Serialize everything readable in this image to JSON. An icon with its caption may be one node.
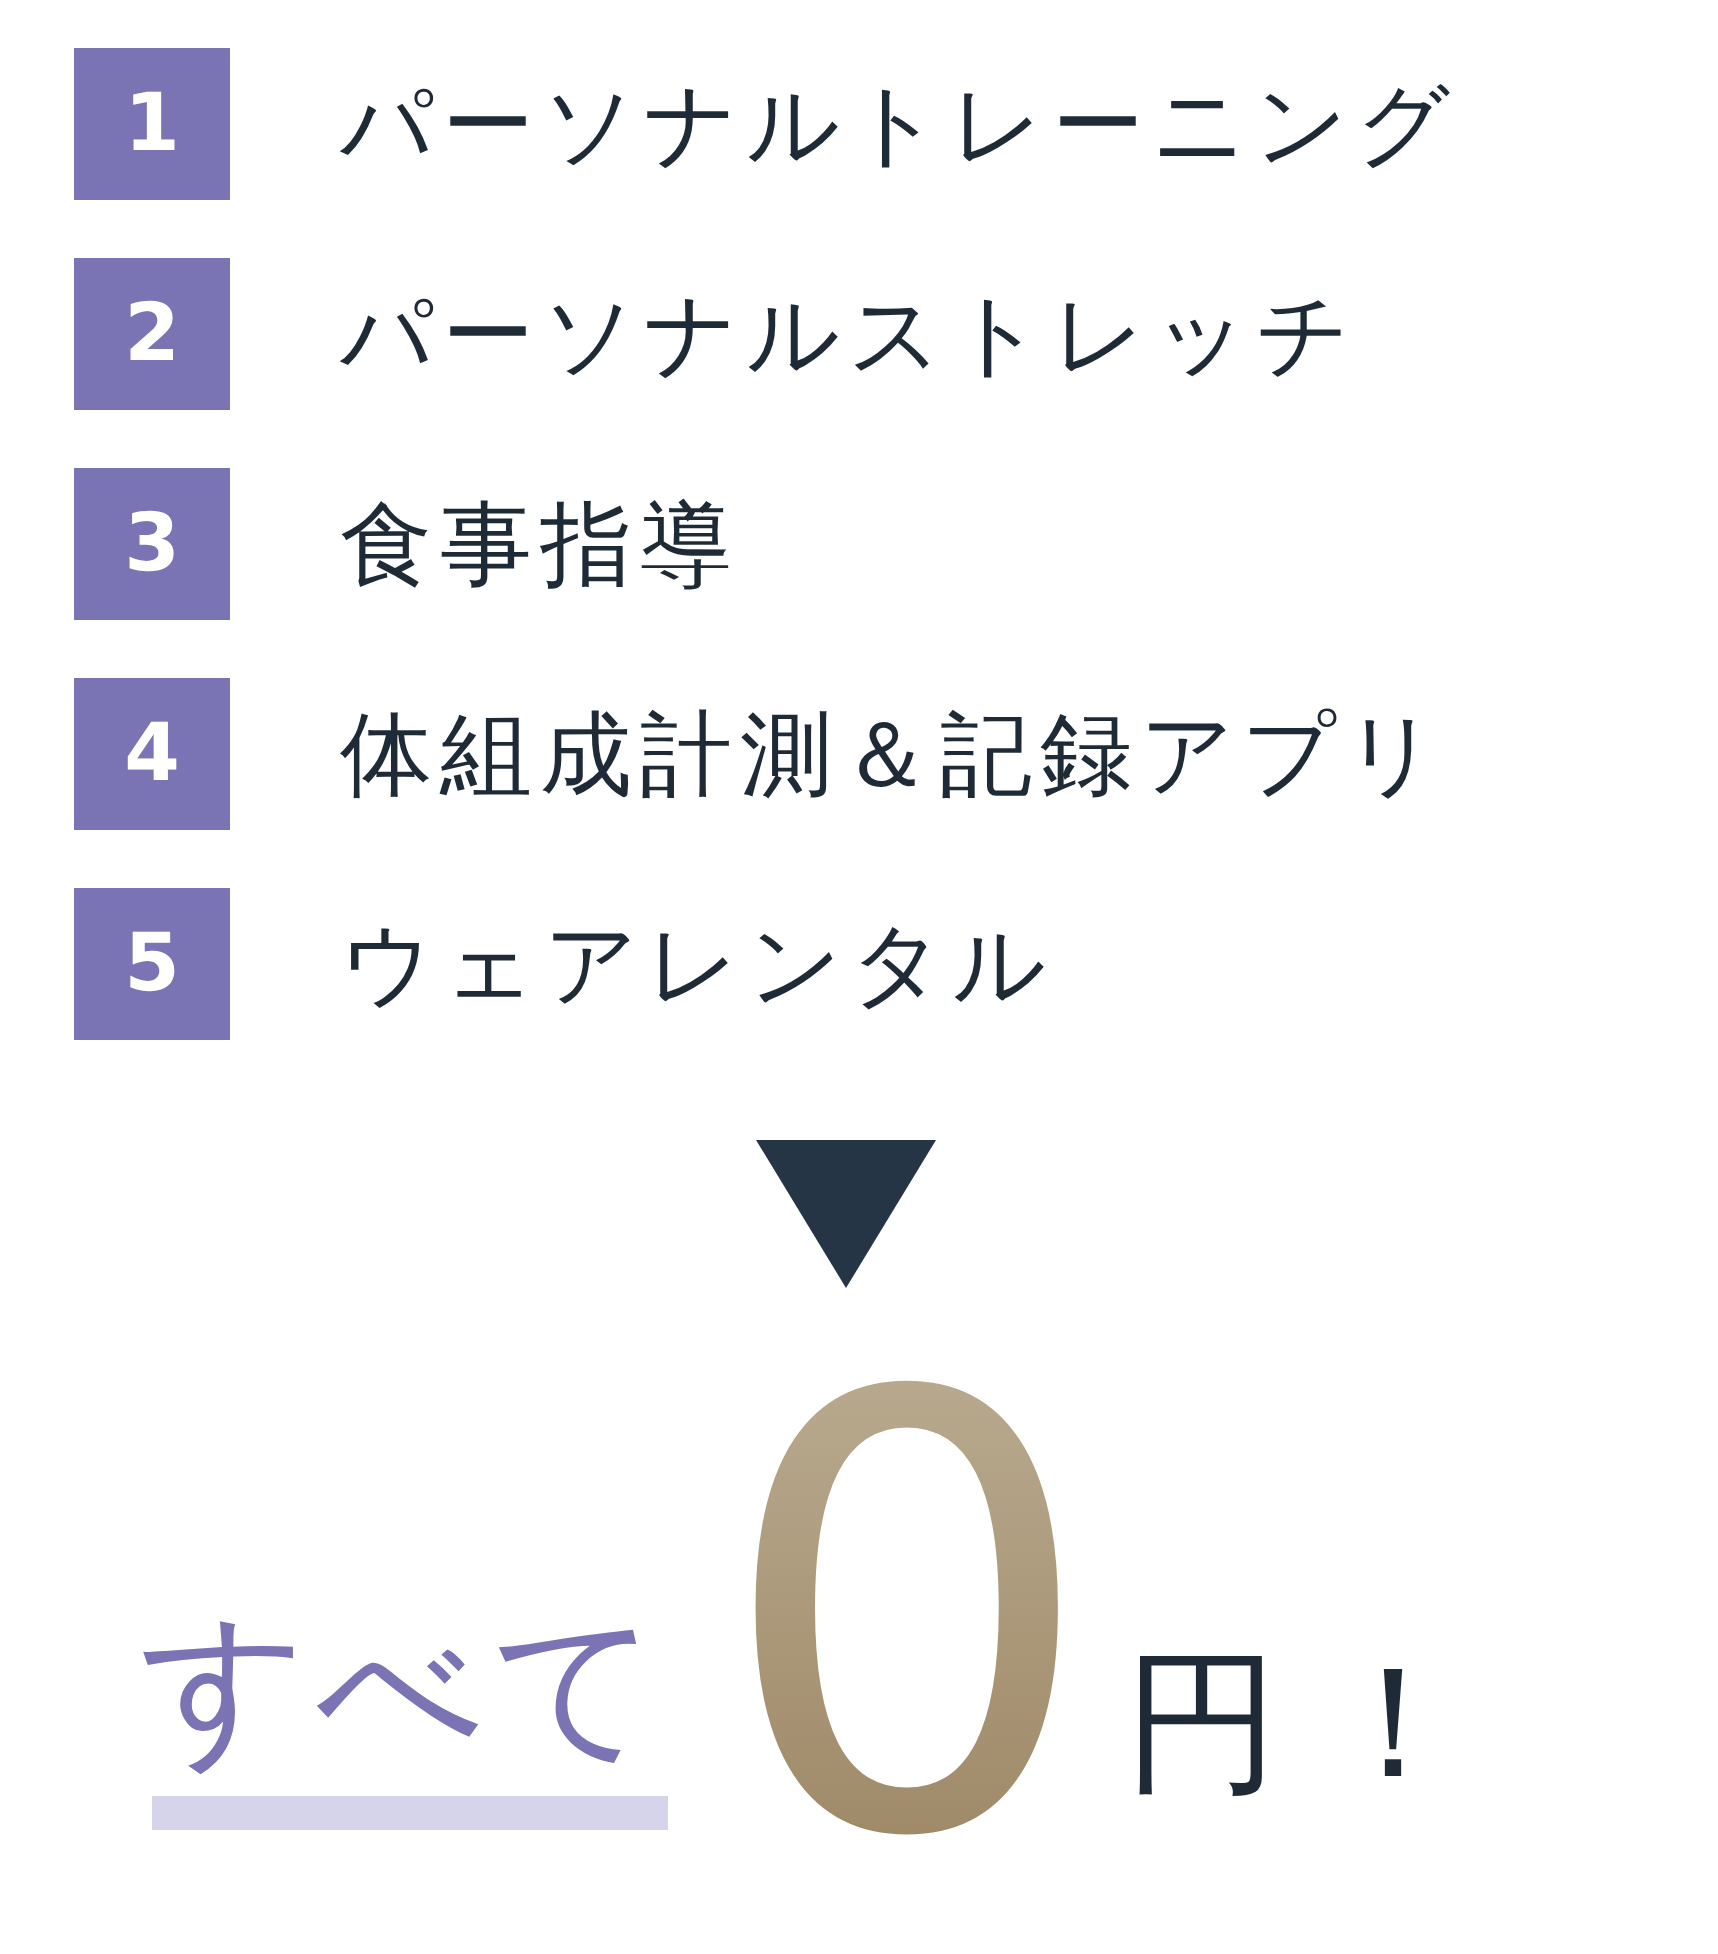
{
  "diagram": {
    "nodes": [
      {
        "text": [
          "1"
        ],
        "beside": [
          "パーソナルトレーニング"
        ]
      },
      {
        "text": [
          "2"
        ],
        "beside": [
          "パーソナルストレッチ"
        ]
      },
      {
        "text": [
          "3"
        ],
        "beside": [
          "食事指導"
        ]
      },
      {
        "text": [
          "4"
        ],
        "beside": [
          "体組成計測＆記録アプリ"
        ]
      },
      {
        "text": [
          "5"
        ],
        "beside": [
          "ウェアレンタル"
        ]
      },
      {
        "text": [],
        "shape": "triangle"
      }
    ],
    "labels": [
      "すべて",
      "0",
      "円！"
    ]
  }
}
